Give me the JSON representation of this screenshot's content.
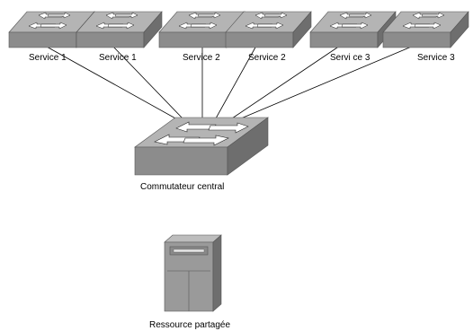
{
  "diagram": {
    "switches": [
      {
        "id": "sw1",
        "label": "Service 1"
      },
      {
        "id": "sw2",
        "label": "Service 1"
      },
      {
        "id": "sw3",
        "label": "Service 2"
      },
      {
        "id": "sw4",
        "label": "Service 2"
      },
      {
        "id": "sw5",
        "label": "Servi ce 3"
      },
      {
        "id": "sw6",
        "label": "Service 3"
      }
    ],
    "central_switch": {
      "label": "Commutateur central"
    },
    "server": {
      "label": "Ressource partagée"
    },
    "connections": [
      [
        "sw1",
        "central"
      ],
      [
        "sw2",
        "central"
      ],
      [
        "sw3",
        "central"
      ],
      [
        "sw4",
        "central"
      ],
      [
        "sw5",
        "central"
      ],
      [
        "sw6",
        "central"
      ]
    ],
    "colors": {
      "device_top": "#b4b4b4",
      "device_front": "#8c8c8c",
      "device_side": "#6e6e6e",
      "arrow": "#ffffff",
      "link": "#000000"
    }
  }
}
